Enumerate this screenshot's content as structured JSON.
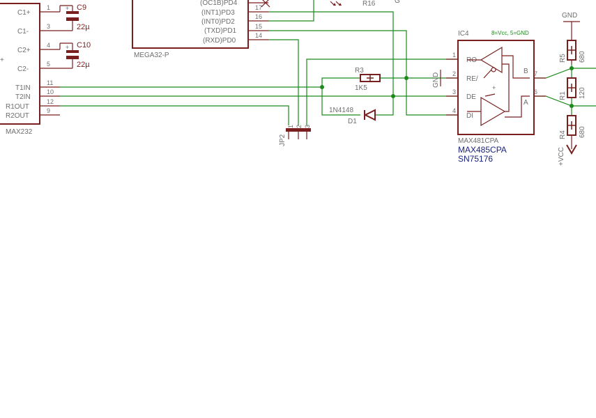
{
  "colors": {
    "wire": "#1a8a1a",
    "component": "#7a1f1f",
    "label": "#6e6e6e",
    "highlight_text": "#1a237e"
  },
  "max232": {
    "name": "MAX232",
    "pins": [
      {
        "num": "1",
        "label": "C1+"
      },
      {
        "num": "3",
        "label": "C1-"
      },
      {
        "num": "4",
        "label": "C2+"
      },
      {
        "num": "5",
        "label": "C2-"
      },
      {
        "num": "11",
        "label": "T1IN"
      },
      {
        "num": "10",
        "label": "T2IN"
      },
      {
        "num": "12",
        "label": "R1OUT"
      },
      {
        "num": "9",
        "label": "R2OUT"
      }
    ]
  },
  "c9": {
    "name": "C9",
    "value": "22µ"
  },
  "c10": {
    "name": "C10",
    "value": "22µ"
  },
  "mega": {
    "name": "MEGA32-P",
    "pins": [
      {
        "num": "",
        "label": "(OC1B)PD4"
      },
      {
        "num": "17",
        "label": "(INT1)PD3"
      },
      {
        "num": "16",
        "label": "(INT0)PD2"
      },
      {
        "num": "15",
        "label": "(TXD)PD1"
      },
      {
        "num": "14",
        "label": "(RXD)PD0"
      }
    ]
  },
  "r16": {
    "name": "R16"
  },
  "r3": {
    "name": "R3",
    "value": "1K5"
  },
  "d1": {
    "name": "D1",
    "value": "1N4148"
  },
  "jp2": {
    "name": "JP2",
    "pins": [
      "1",
      "2",
      "3"
    ]
  },
  "gnd_labels": {
    "ic4_re": "GND",
    "top_right": "GND"
  },
  "ic4": {
    "name": "IC4",
    "note": "8=Vcc, 5=GND",
    "part": "MAX481CPA",
    "alt1": "MAX485CPA",
    "alt2": "SN75176",
    "pins_left": [
      {
        "num": "1",
        "label": "RO"
      },
      {
        "num": "2",
        "label": "RE/"
      },
      {
        "num": "3",
        "label": "DE"
      },
      {
        "num": "4",
        "label": "DI"
      }
    ],
    "pins_right": [
      {
        "num": "7",
        "label": "B"
      },
      {
        "num": "6",
        "label": "A"
      }
    ]
  },
  "r5": {
    "name": "R5",
    "value": "680"
  },
  "r1": {
    "name": "R1",
    "value": "120"
  },
  "r4": {
    "name": "R4",
    "value": "680"
  },
  "vcc_label": "+VCC"
}
